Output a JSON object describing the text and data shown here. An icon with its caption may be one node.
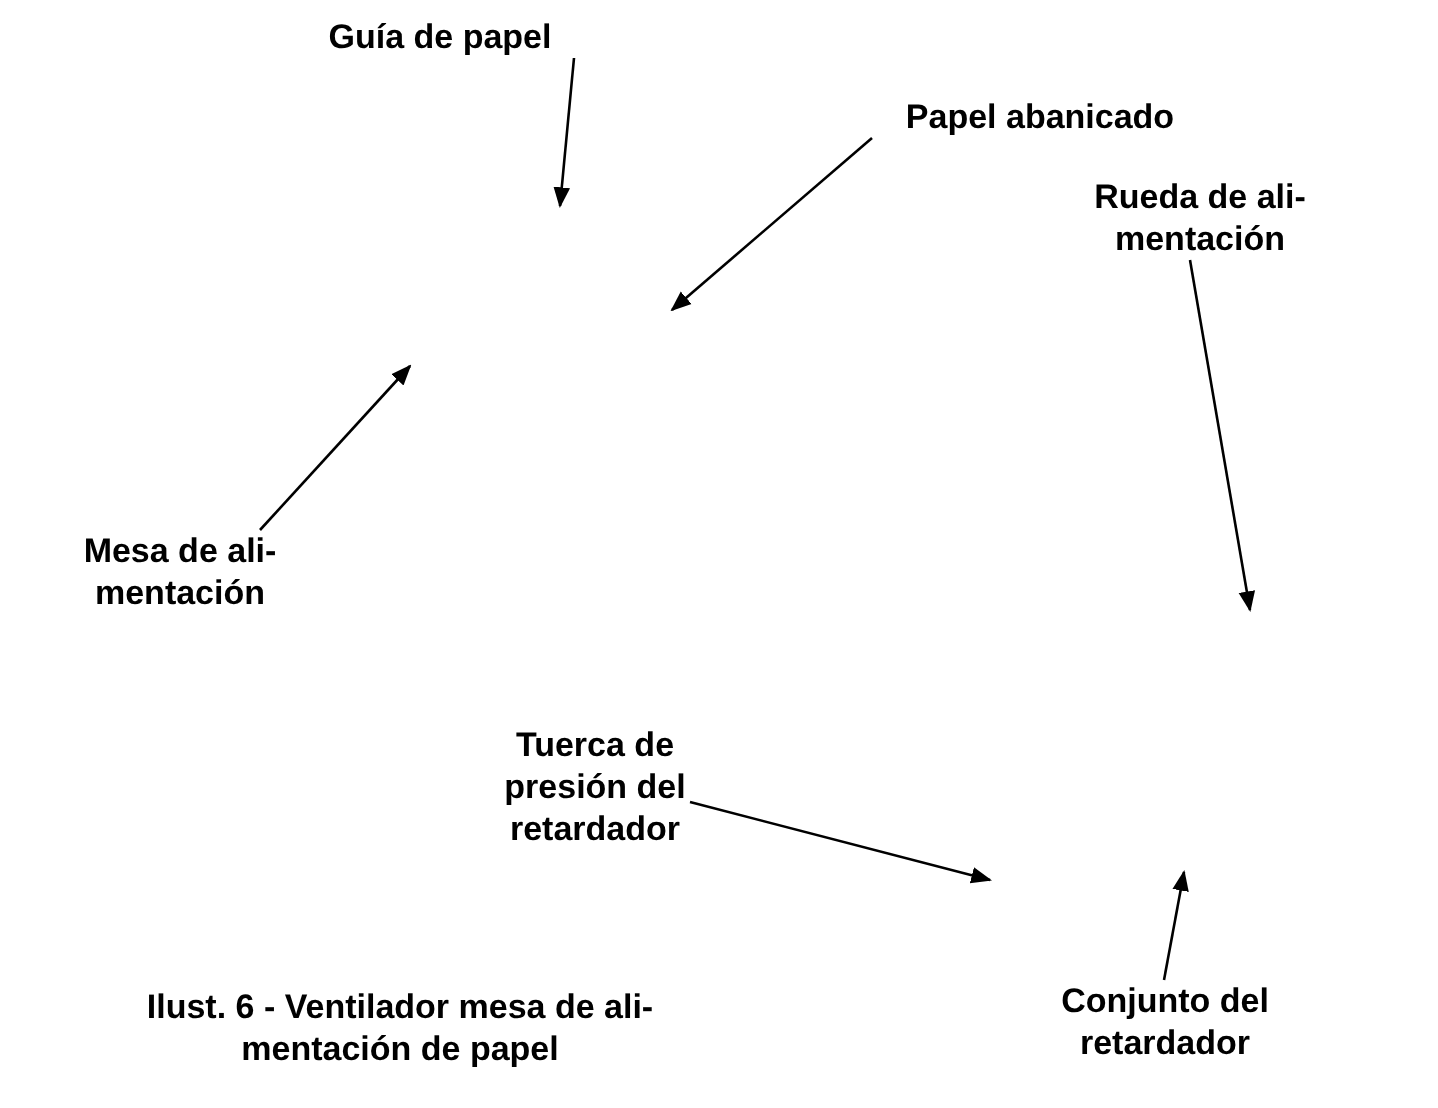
{
  "diagram": {
    "caption": "Ilust. 6 - Ventilador mesa de ali- mentación de papel",
    "nodes": [
      {
        "text": [
          "Guía de papel"
        ]
      },
      {
        "text": [
          "Papel abanicado"
        ]
      },
      {
        "text": [
          "Rueda de ali- mentación"
        ]
      },
      {
        "text": [
          "Mesa de ali- mentación"
        ]
      },
      {
        "text": [
          "Tuerca de presión del retardador"
        ]
      },
      {
        "text": [
          "Conjunto del retardador"
        ]
      }
    ],
    "edges": [
      {
        "from": 0,
        "to": null,
        "arrow": "to"
      },
      {
        "from": 1,
        "to": null,
        "arrow": "to"
      },
      {
        "from": 2,
        "to": null,
        "arrow": "to"
      },
      {
        "from": 3,
        "to": null,
        "arrow": "to"
      },
      {
        "from": 4,
        "to": null,
        "arrow": "to"
      },
      {
        "from": 5,
        "to": null,
        "arrow": "to"
      }
    ]
  }
}
